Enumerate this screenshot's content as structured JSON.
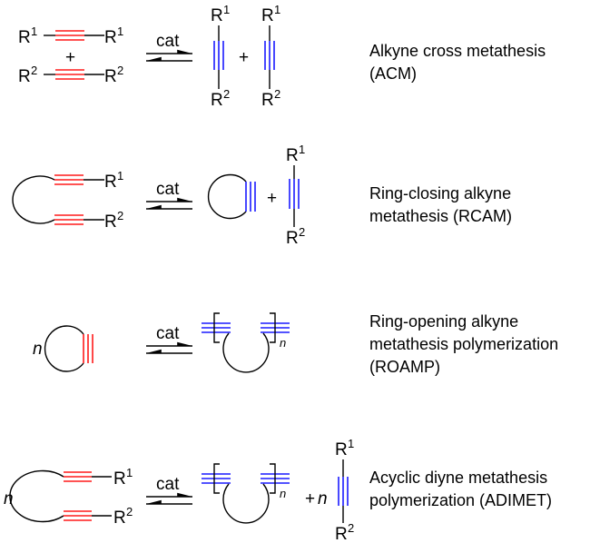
{
  "colors": {
    "reactant_bond": "#ff1a1a",
    "product_bond": "#1a1aff"
  },
  "groups": {
    "r": "R",
    "one": "1",
    "two": "2",
    "plus": "+",
    "n": "n",
    "cat": "cat"
  },
  "reactions": [
    {
      "label_lines": [
        "Alkyne cross metathesis",
        "(ACM)"
      ]
    },
    {
      "label_lines": [
        "Ring-closing alkyne",
        "metathesis (RCAM)"
      ]
    },
    {
      "label_lines": [
        "Ring-opening alkyne",
        "metathesis polymerization",
        "(ROAMP)"
      ]
    },
    {
      "label_lines": [
        "Acyclic diyne metathesis",
        "polymerization (ADIMET)"
      ]
    }
  ]
}
